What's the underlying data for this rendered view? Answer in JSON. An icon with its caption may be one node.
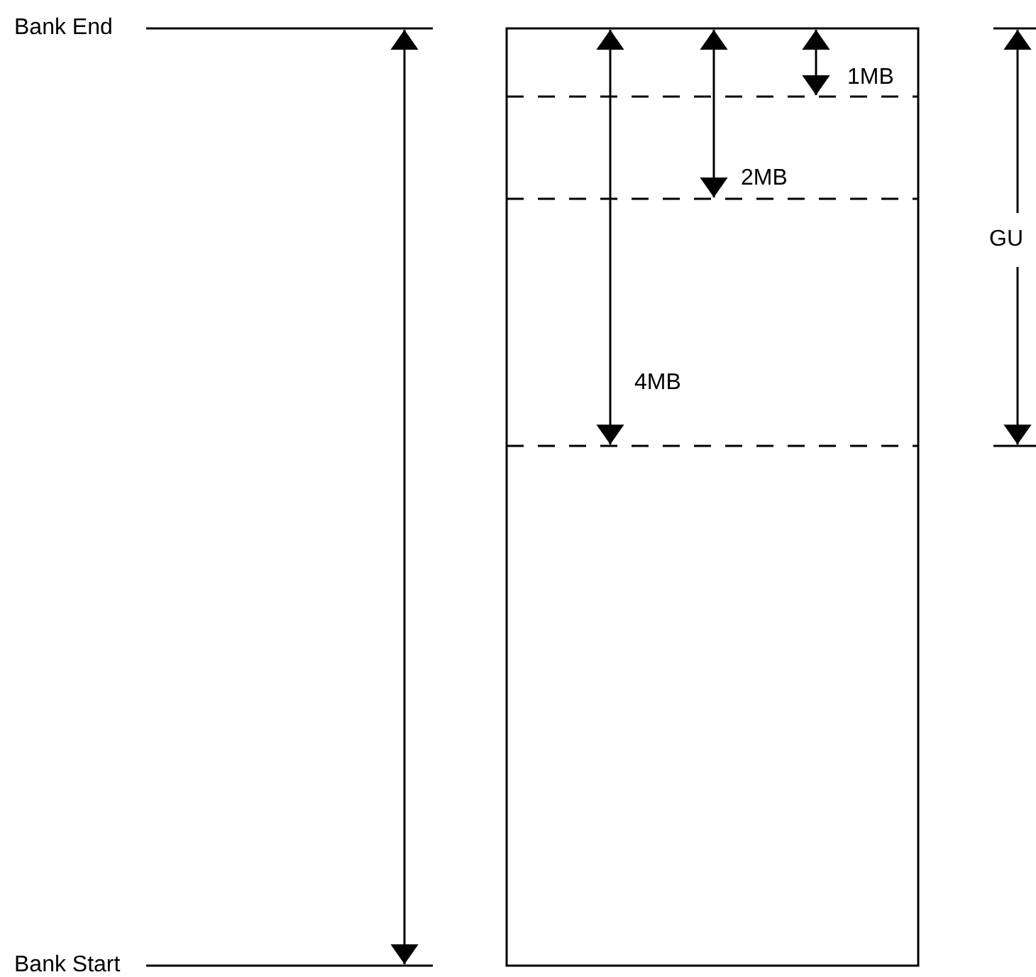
{
  "diagram": {
    "labels": [
      "Bank End",
      "1MB",
      "2MB",
      "GU",
      "4MB",
      "Bank Start"
    ]
  }
}
